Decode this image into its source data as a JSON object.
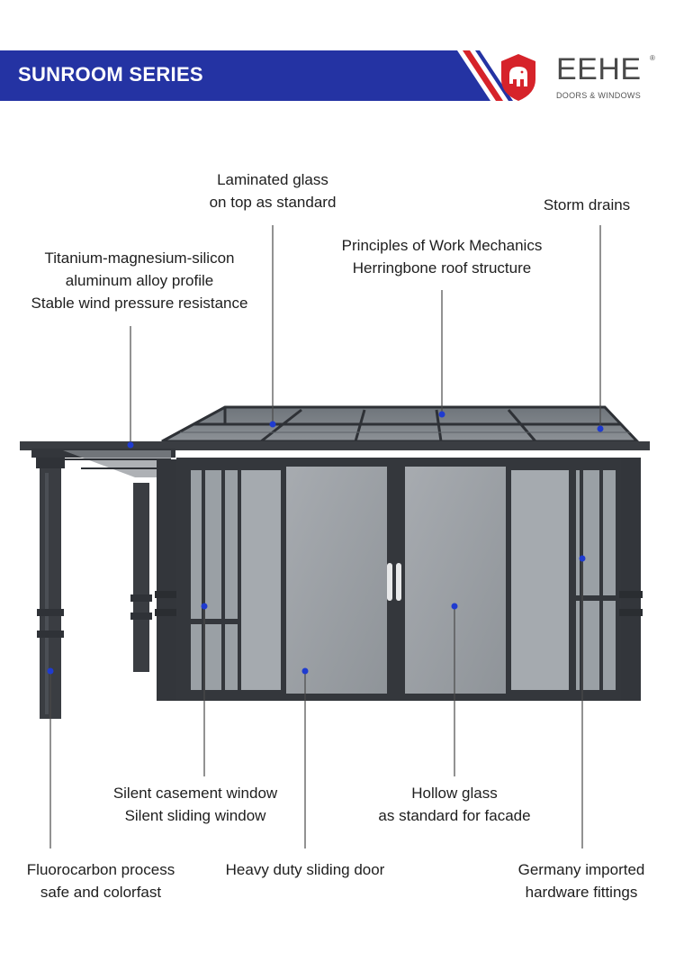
{
  "header": {
    "title": "SUNROOM SERIES",
    "brand": "EEHE",
    "brand_mark": "®",
    "brand_sub": "DOORS & WINDOWS",
    "colors": {
      "banner_blue": "#2433a3",
      "accent_red": "#d6232a",
      "frame": "#3a3d42",
      "glass": "#9ea3a8",
      "marker": "#1f3bd0"
    }
  },
  "callouts": {
    "laminated": [
      "Laminated glass",
      "on top as standard"
    ],
    "storm": [
      "Storm drains"
    ],
    "alloy": [
      "Titanium-magnesium-silicon",
      "aluminum alloy profile",
      "Stable wind pressure resistance"
    ],
    "mechanics": [
      "Principles of Work Mechanics",
      "Herringbone roof structure"
    ],
    "casement": [
      "Silent casement window",
      "Silent sliding window"
    ],
    "hollow": [
      "Hollow glass",
      "as standard for facade"
    ],
    "fluoro": [
      "Fluorocarbon process",
      "safe and colorfast"
    ],
    "sliding": [
      "Heavy duty sliding door"
    ],
    "hardware": [
      "Germany imported",
      "hardware fittings"
    ]
  }
}
